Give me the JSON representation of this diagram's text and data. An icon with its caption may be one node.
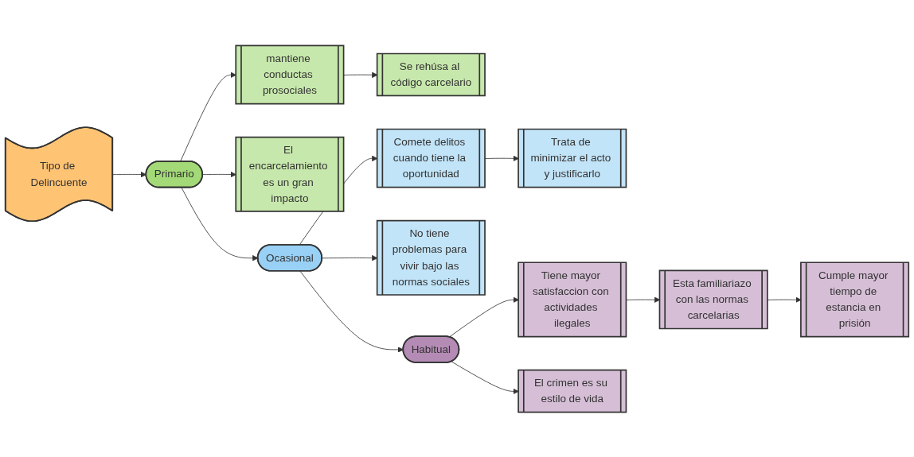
{
  "diagram": {
    "nodes": [
      {
        "text": [
          "Tipo de Delincuente"
        ]
      },
      {
        "text": [
          "Primario"
        ]
      },
      {
        "text": [
          "mantiene conductas prosociales"
        ]
      },
      {
        "text": [
          "Se rehúsa al código carcelario"
        ]
      },
      {
        "text": [
          "El encarcelamiento es un gran impacto"
        ]
      },
      {
        "text": [
          "Ocasional"
        ]
      },
      {
        "text": [
          "Comete delitos cuando tiene la oportunidad"
        ]
      },
      {
        "text": [
          "Trata de minimizar el acto y justificarlo"
        ]
      },
      {
        "text": [
          "No tiene problemas para vivir bajo las normas sociales"
        ]
      },
      {
        "text": [
          "Habitual"
        ]
      },
      {
        "text": [
          "Tiene mayor satisfaccion con actividades ilegales"
        ]
      },
      {
        "text": [
          "Esta familiariazo con las normas carcelarias"
        ]
      },
      {
        "text": [
          "Cumple mayor tiempo de estancia en prisión"
        ]
      },
      {
        "text": [
          "El crimen es su estilo de vida"
        ]
      }
    ],
    "edges": [
      {
        "from": 0,
        "to": 1,
        "arrow": "to"
      },
      {
        "from": 1,
        "to": 2,
        "arrow": "to"
      },
      {
        "from": 2,
        "to": 3,
        "arrow": "to"
      },
      {
        "from": 1,
        "to": 4,
        "arrow": "to"
      },
      {
        "from": 1,
        "to": 5,
        "arrow": "to"
      },
      {
        "from": 5,
        "to": 6,
        "arrow": "to"
      },
      {
        "from": 6,
        "to": 7,
        "arrow": "to"
      },
      {
        "from": 5,
        "to": 8,
        "arrow": "to"
      },
      {
        "from": 5,
        "to": 9,
        "arrow": "to"
      },
      {
        "from": 9,
        "to": 10,
        "arrow": "to"
      },
      {
        "from": 10,
        "to": 11,
        "arrow": "to"
      },
      {
        "from": 11,
        "to": 12,
        "arrow": "to"
      },
      {
        "from": 9,
        "to": 13,
        "arrow": "to"
      }
    ]
  }
}
